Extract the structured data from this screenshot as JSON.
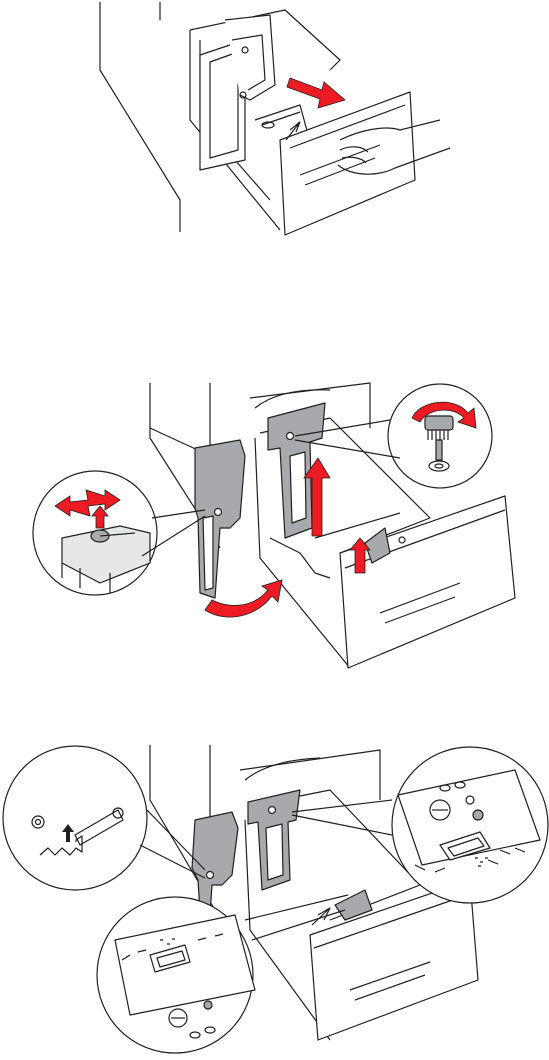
{
  "figure": {
    "steps": [
      {
        "id": "step-1",
        "action": "pull-tray-out"
      },
      {
        "id": "step-2",
        "action": "unlock-and-open-guides"
      },
      {
        "id": "step-3",
        "action": "lock-guides-in-position"
      }
    ]
  },
  "colors": {
    "outline": "#231f20",
    "arrow": "#ed1c24",
    "guide_fill": "#a7a9ac",
    "tray_fill": "#ffffff",
    "panel_shade": "#e6e7e8"
  },
  "icons": [
    "hand-icon",
    "thumbscrew-icon",
    "lock-lever-icon",
    "curved-arrow-icon",
    "straight-arrow-icon"
  ]
}
